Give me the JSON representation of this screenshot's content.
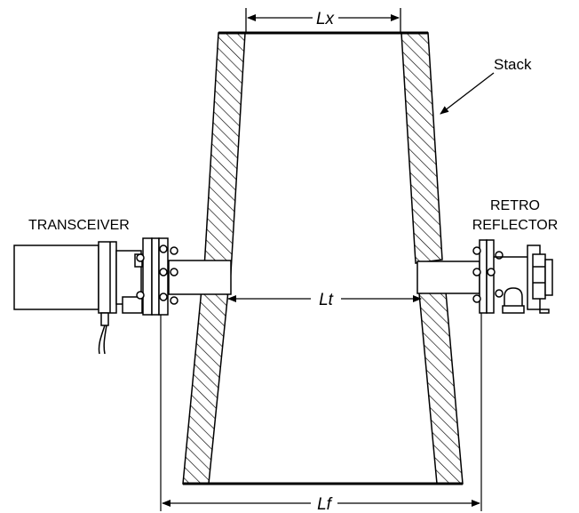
{
  "labels": {
    "stack": "Stack",
    "transceiver": "TRANSCEIVER",
    "retro_line1": "RETRO",
    "retro_line2": "REFLECTOR"
  },
  "dimensions": {
    "top": "Lx",
    "middle": "Lt",
    "bottom": "Lf"
  }
}
